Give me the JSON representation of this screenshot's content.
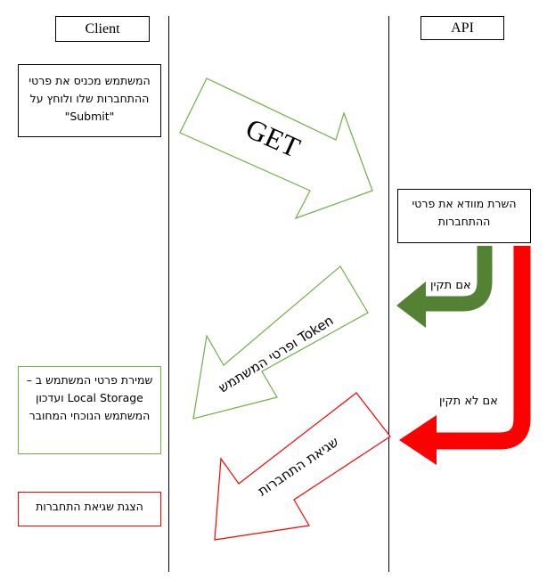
{
  "lanes": {
    "client": "Client",
    "api": "API"
  },
  "notes": {
    "user_enters": "המשתמש מכניס את פרטי ההתחברות שלו ולוחץ על \"Submit\"",
    "server_verifies": "השרת מוודא את פרטי ההתחברות",
    "save_user": "שמירת פרטי המשתמש ב – Local Storage ועדכון המשתמש הנוכחי המחובר",
    "show_error": "הצגת שגיאת התחברות"
  },
  "arrows": {
    "get": "GET",
    "token": "Token ופרטי המשתמש",
    "login_error": "שגיאת התחברות",
    "if_valid": "אם תקין",
    "if_invalid": "אם לא תקין"
  },
  "colors": {
    "green_outline": "#70ad47",
    "dark_green": "#548235",
    "red": "#ff0000",
    "black": "#000000"
  }
}
